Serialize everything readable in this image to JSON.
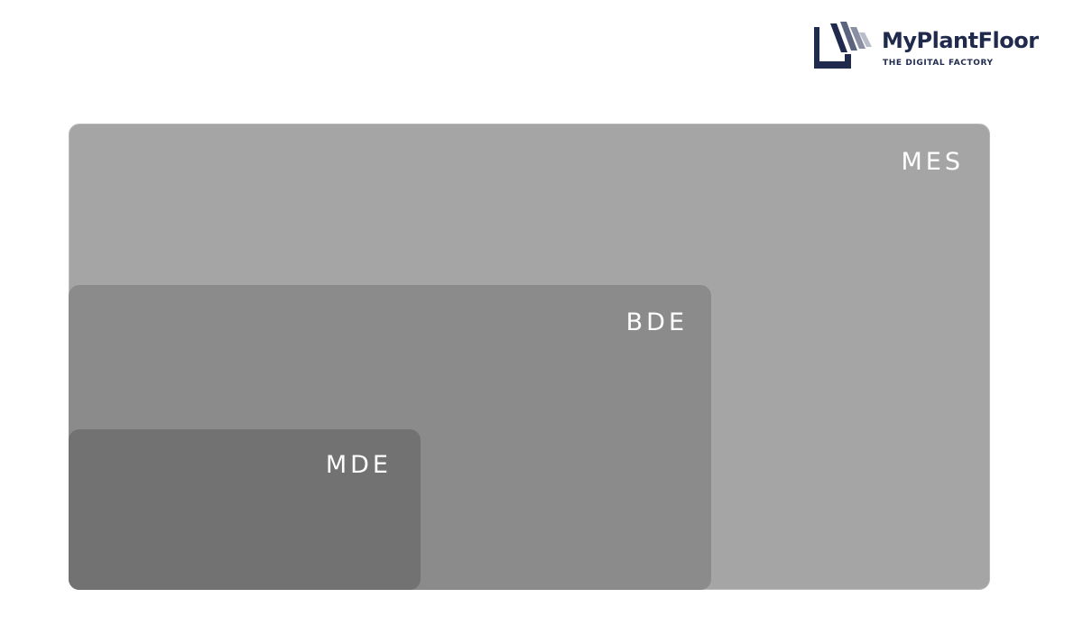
{
  "logo": {
    "name": "MyPlantFloor",
    "tagline": "THE DIGITAL FACTORY",
    "icon": "factory-roof-icon",
    "color": "#1f2a4d"
  },
  "diagram": {
    "layers": [
      {
        "label": "MES",
        "color": "#a4a5a4"
      },
      {
        "label": "BDE",
        "color": "#8a8b8a"
      },
      {
        "label": "MDE",
        "color": "#717271"
      }
    ]
  }
}
